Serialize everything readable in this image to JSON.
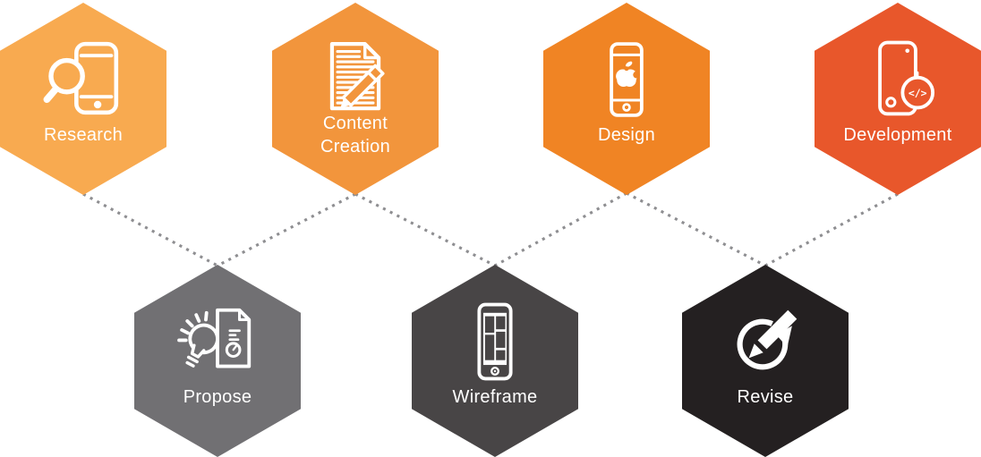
{
  "diagram": {
    "background_color": "#ffffff",
    "connector_color": "#8E8E91",
    "connector_style": "dotted",
    "hexagons": [
      {
        "label": "Research",
        "icon": "magnifier-phone-icon",
        "color": "#F8AA50",
        "row": "top"
      },
      {
        "label": "Content Creation",
        "icon": "document-pencil-icon",
        "color": "#F2953C",
        "row": "top"
      },
      {
        "label": "Design",
        "icon": "apple-phone-icon",
        "color": "#F08424",
        "row": "top"
      },
      {
        "label": "Development",
        "icon": "phone-code-icon",
        "color": "#E8572B",
        "row": "top"
      },
      {
        "label": "Propose",
        "icon": "lightbulb-document-icon",
        "color": "#717073",
        "row": "bottom"
      },
      {
        "label": "Wireframe",
        "icon": "phone-wireframe-icon",
        "color": "#484546",
        "row": "bottom"
      },
      {
        "label": "Revise",
        "icon": "pencil-redo-icon",
        "color": "#242021",
        "row": "bottom"
      }
    ],
    "dev_badge_text": "</>",
    "flow": [
      "Research",
      "Propose",
      "Content Creation",
      "Wireframe",
      "Design",
      "Revise",
      "Development"
    ]
  }
}
